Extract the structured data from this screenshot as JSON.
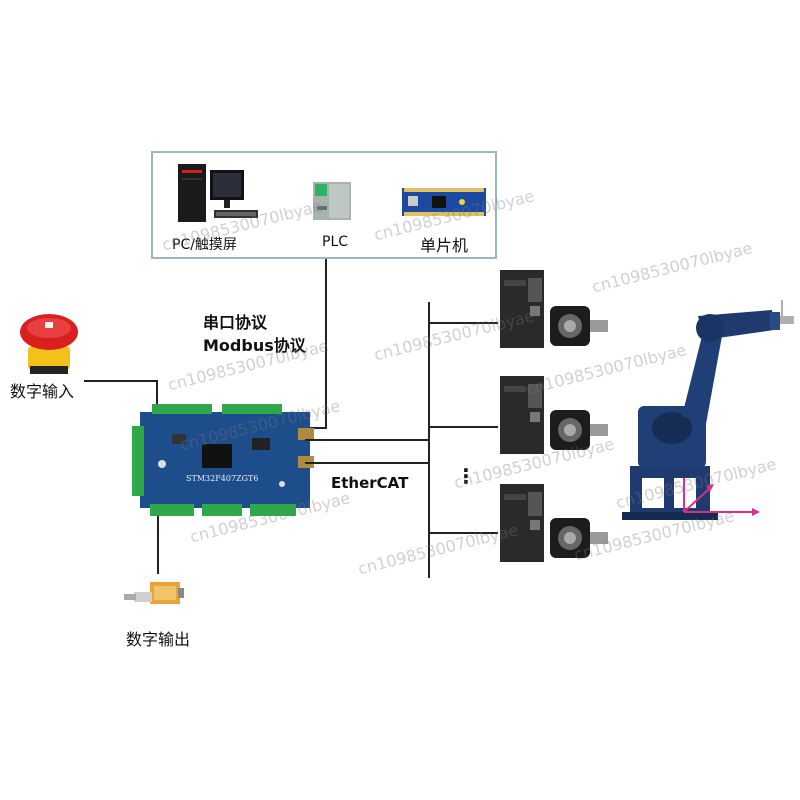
{
  "host_devices": {
    "pc_label": "PC/触摸屏",
    "plc_label": "PLC",
    "mcu_label": "单片机"
  },
  "protocol": {
    "line1": "串口协议",
    "line2": "Modbus协议"
  },
  "controller": {
    "board_text": "STM32F407ZGT6"
  },
  "ethercat_label": "EtherCAT",
  "ellipsis": "⋮",
  "io": {
    "input_label": "数字输入",
    "output_label": "数字输出"
  },
  "watermark": "cn1098530070lbyae",
  "colors": {
    "board": "#1d4d8a",
    "terminal": "#2fa84a",
    "estop_red": "#d82020",
    "estop_yellow": "#f2c21b",
    "robot": "#1f3a6e",
    "axis_arrow": "#d8308a",
    "box_border": "#9fb4c8"
  }
}
